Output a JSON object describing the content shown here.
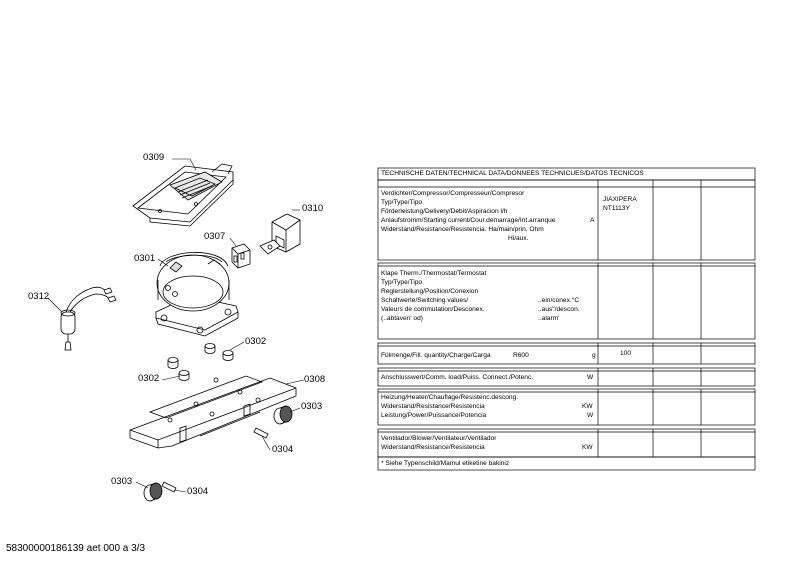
{
  "parts": {
    "p0309": "0309",
    "p0310": "0310",
    "p0307": "0307",
    "p0301": "0301",
    "p0312": "0312",
    "p0302a": "0302",
    "p0302b": "0302",
    "p0308": "0308",
    "p0303a": "0303",
    "p0304a": "0304",
    "p0303b": "0303",
    "p0304b": "0304"
  },
  "table": {
    "title": "TECHNISCHE DATEN/TECHNICAL DATA/DONNEES TECHNICUES/DATOS TECNICOS",
    "compressor": {
      "l1": "Verdichter/Compressor/Compresseur/Compresor",
      "l2": "Typ/Type/Tipo",
      "l3": "Förderleistung/Delivery/Debit/Aspiracion l/h",
      "l4": "Anlaufstromm/Starting current/Cour.demarrage/Int.arranque",
      "l4unit": "A",
      "l5": "Widerstand/Resistance/Resistencia. Ha/main/prin. Ohm",
      "l6": "Hi/aux.",
      "v1": "JIAXIPERA",
      "v2": "NT1113Y"
    },
    "thermostat": {
      "l1": "Klape Therm./Thermostat/Termostat",
      "l2": "Typ/Type/Tipo",
      "l3": "Reglerstellung/Position/Conexion",
      "l4": "Schaltwerte/Switching values/",
      "l4b": "..ein/conex.°C",
      "l5": "Valeurs de commutation/Desconex.",
      "l5b": "..aus\"/descon.",
      "l6": "(..abtaven' od)",
      "l6b": "..alarm'"
    },
    "fill": {
      "label": "Fülmenge/Fill. quantity/Charge/Carga",
      "gas": "R600",
      "unit": "g",
      "value": "100"
    },
    "connection": {
      "label": "Anschlusswert/Comm. load/Puiss. Connect./Potenc.",
      "unit": "W"
    },
    "heater": {
      "l1": "Heizung/Heater/Chauflage/Resistenc.descong.",
      "l2": "Widerstand/Resistance/Resistencia",
      "l2unit": "KW",
      "l3": "Leistung/Power/Puissance/Potencia",
      "l3unit": "W"
    },
    "fan": {
      "l1": "Ventilador/Blower/Ventilateur/Ventilador",
      "l2": "Widerstand/Resistance/Resistencia",
      "l2unit": "KW"
    },
    "footnote": "* Siehe Typenschild/Mamul etiketine bakiniz"
  },
  "footer": "58300000186139 aet 000 a 3/3"
}
